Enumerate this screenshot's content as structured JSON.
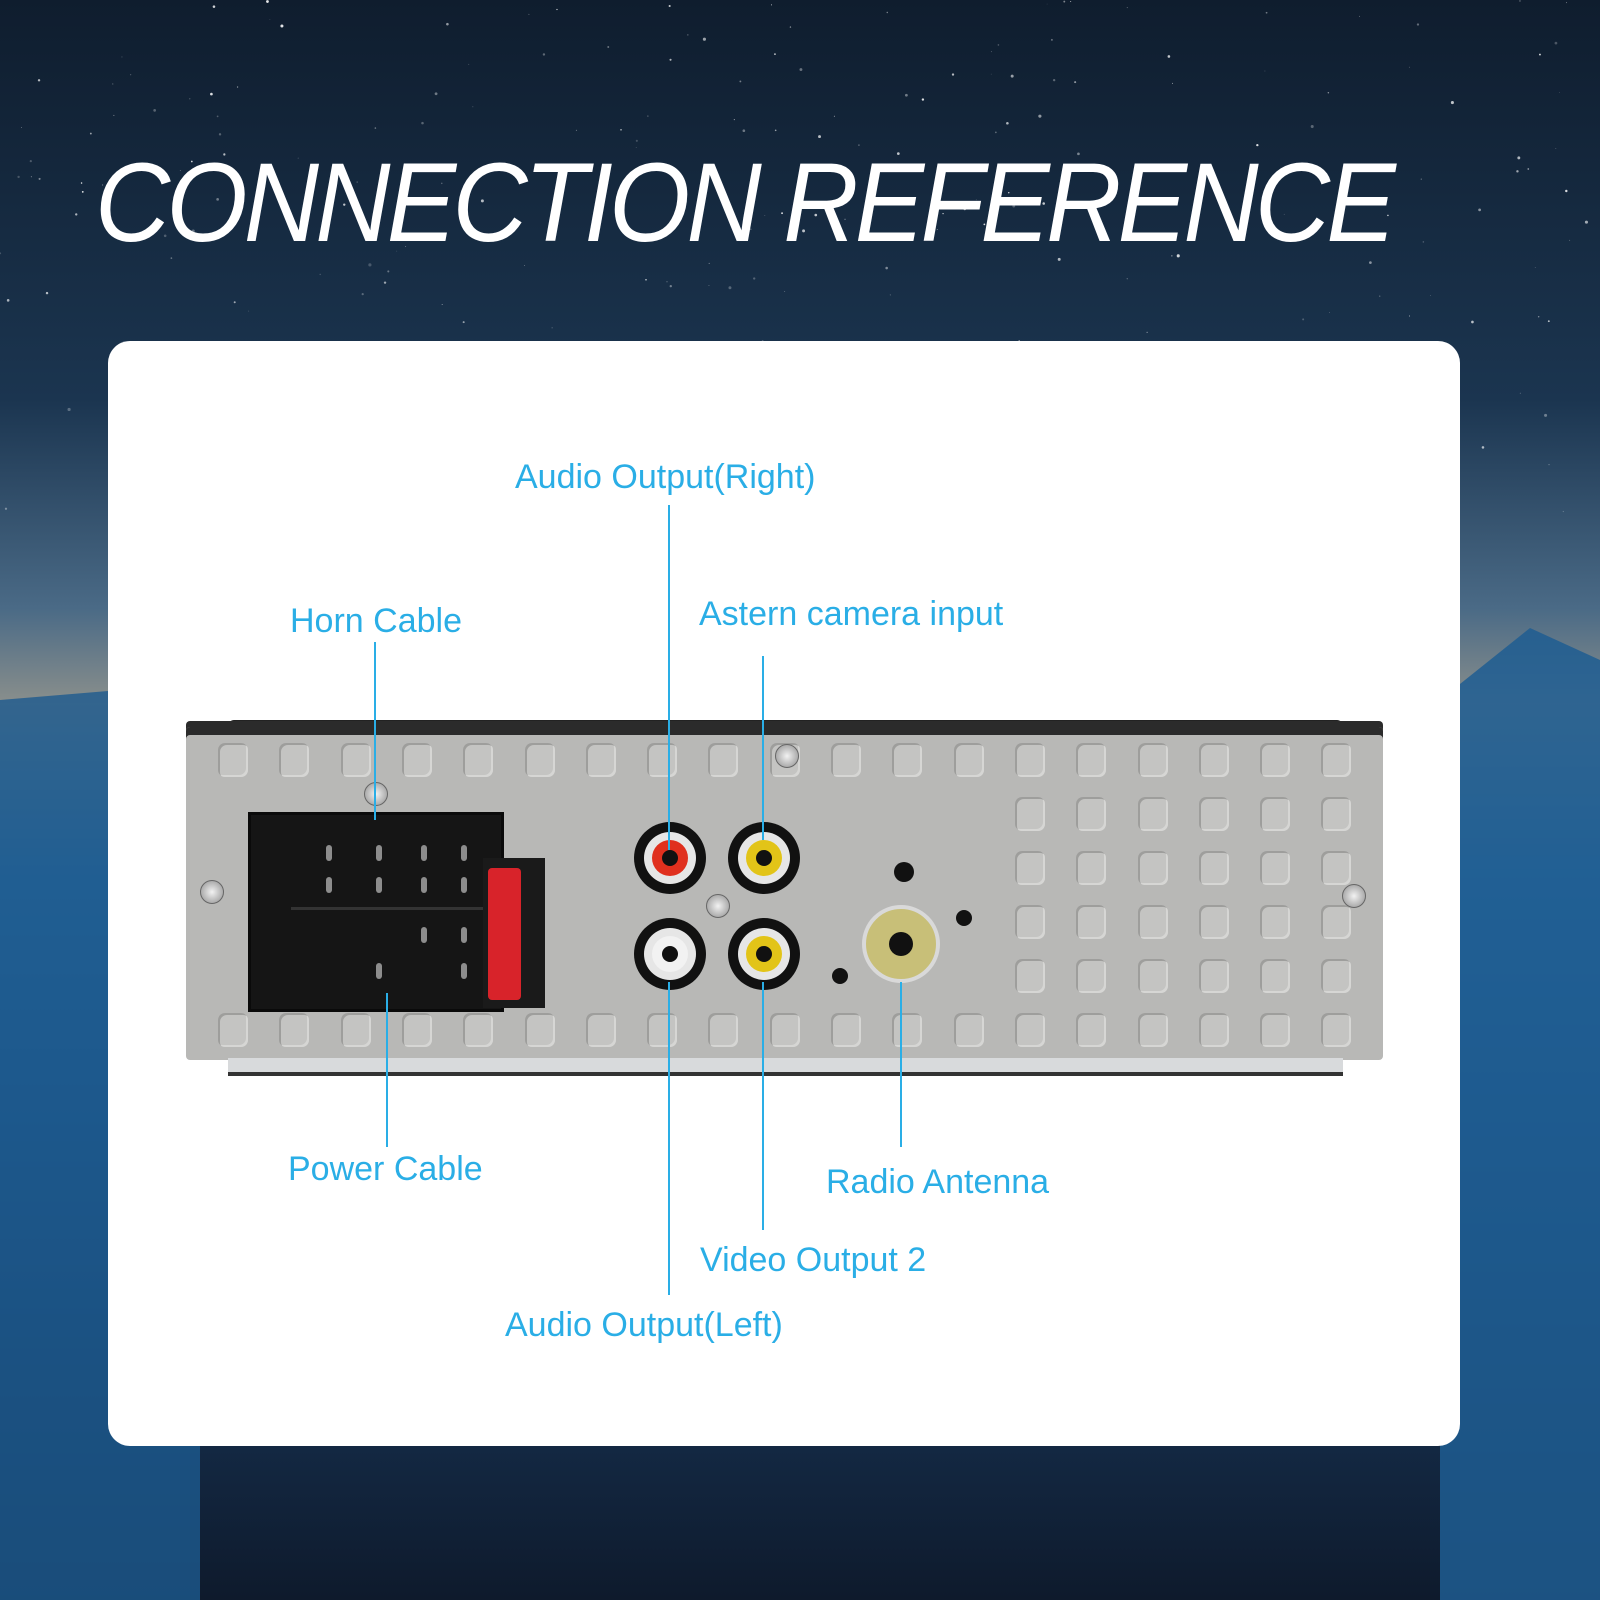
{
  "title": "CONNECTION REFERENCE",
  "accent_color": "#2aaee6",
  "labels": {
    "audio_output_right": "Audio Output(Right)",
    "horn_cable": "Horn Cable",
    "astern_camera_input": "Astern camera input",
    "power_cable": "Power Cable",
    "radio_antenna": "Radio Antenna",
    "video_output_2": "Video Output 2",
    "audio_output_left": "Audio Output(Left)"
  }
}
